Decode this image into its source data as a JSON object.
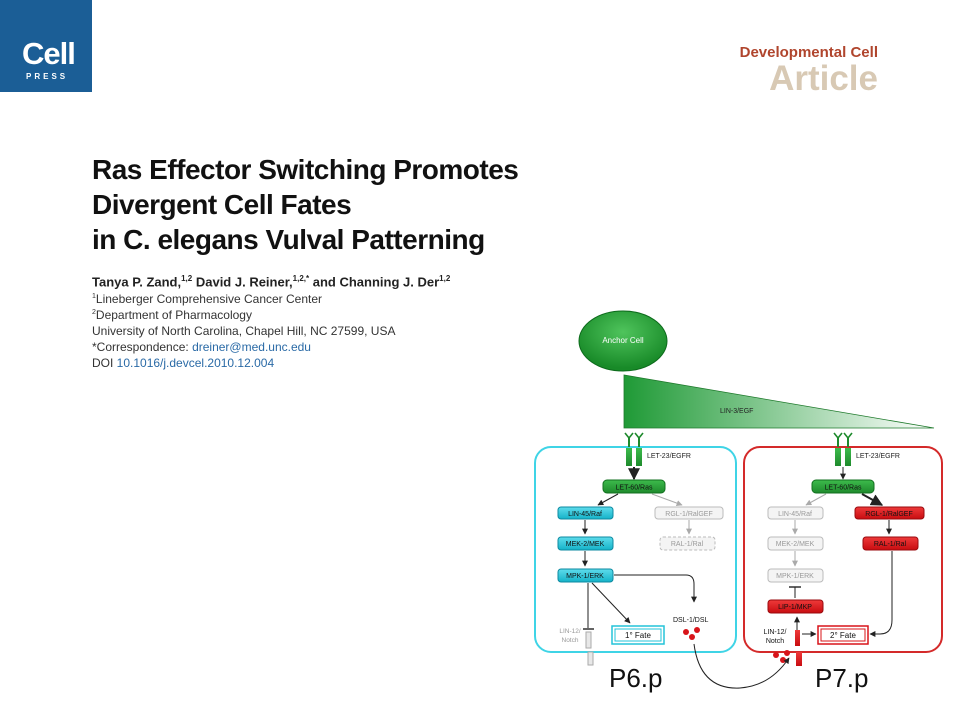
{
  "header": {
    "logo_main": "Cell",
    "logo_sub": "PRESS",
    "journal": "Developmental Cell",
    "article_type": "Article"
  },
  "title_lines": [
    "Ras Effector Switching Promotes",
    "Divergent Cell Fates",
    "in C. elegans Vulval Patterning"
  ],
  "authors": {
    "a1": "Tanya P. Zand,",
    "a1_sup": "1,2",
    "a2": " David J. Reiner,",
    "a2_sup": "1,2,*",
    "a3": " and Channing J. Der",
    "a3_sup": "1,2"
  },
  "affiliations": {
    "aff1_sup": "1",
    "aff1": "Lineberger Comprehensive Cancer Center",
    "aff2_sup": "2",
    "aff2": "Department of Pharmacology",
    "university": "University of North Carolina, Chapel Hill, NC 27599, USA",
    "corr_label": "*Correspondence: ",
    "corr_email": "dreiner@med.unc.edu",
    "doi_label": "DOI ",
    "doi": "10.1016/j.devcel.2010.12.004"
  },
  "diagram": {
    "anchor": "Anchor Cell",
    "gradient_label": "LIN-3/EGF",
    "left": {
      "receptor": "LET-23/EGFR",
      "ras": "LET-60/Ras",
      "raf": "LIN-45/Raf",
      "ralgef": "RGL-1/RalGEF",
      "mek": "MEK-2/MEK",
      "ral": "RAL-1/Ral",
      "erk": "MPK-1/ERK",
      "dsl": "DSL-1/DSL",
      "notch1": "LIN-12/",
      "notch2": "Notch",
      "fate": "1° Fate",
      "cell": "P6.p"
    },
    "right": {
      "receptor": "LET-23/EGFR",
      "ras": "LET-60/Ras",
      "raf": "LIN-45/Raf",
      "ralgef": "RGL-1/RalGEF",
      "mek": "MEK-2/MEK",
      "ral": "RAL-1/Ral",
      "erk": "MPK-1/ERK",
      "mkp": "LIP-1/MKP",
      "notch1": "LIN-12/",
      "notch2": "Notch",
      "fate": "2° Fate",
      "cell": "P7.p"
    },
    "colors": {
      "green": "#2e9a3e",
      "cyan": "#23c3d8",
      "red": "#d8141a",
      "gray": "#b8b8b8",
      "left_border": "#3fd4e6",
      "right_border": "#d42a2a"
    }
  }
}
